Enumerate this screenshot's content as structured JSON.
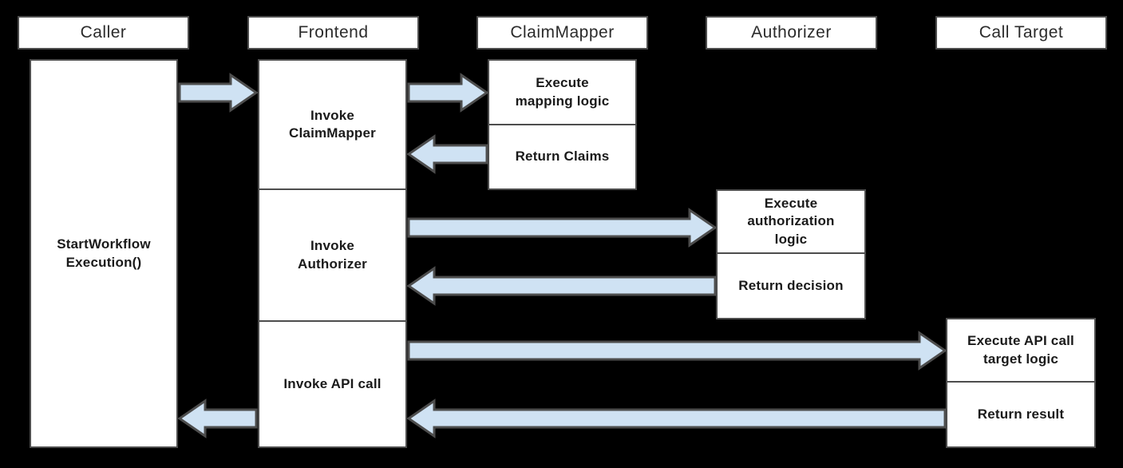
{
  "diagram": {
    "type": "sequence-diagram",
    "colors": {
      "background": "#000000",
      "box_fill": "#ffffff",
      "box_border": "#4d4d4d",
      "arrow_fill": "#cfe2f3",
      "arrow_stroke": "#4d4d4d",
      "text": "#1a1a1a"
    },
    "actors": [
      {
        "id": "caller",
        "label": "Caller"
      },
      {
        "id": "frontend",
        "label": "Frontend"
      },
      {
        "id": "claimmapper",
        "label": "ClaimMapper"
      },
      {
        "id": "authorizer",
        "label": "Authorizer"
      },
      {
        "id": "calltarget",
        "label": "Call Target"
      }
    ],
    "activations": {
      "caller": [
        {
          "label": "StartWorkflow\nExecution()"
        }
      ],
      "frontend": [
        {
          "label": "Invoke\nClaimMapper"
        },
        {
          "label": "Invoke\nAuthorizer"
        },
        {
          "label": "Invoke API call"
        }
      ],
      "claimmapper": [
        {
          "label": "Execute\nmapping logic"
        },
        {
          "label": "Return Claims"
        }
      ],
      "authorizer": [
        {
          "label": "Execute\nauthorization\nlogic"
        },
        {
          "label": "Return decision"
        }
      ],
      "calltarget": [
        {
          "label": "Execute API call\ntarget logic"
        },
        {
          "label": "Return result"
        }
      ]
    },
    "edges": [
      {
        "from": "Caller",
        "to": "Frontend"
      },
      {
        "from": "Frontend",
        "to": "ClaimMapper"
      },
      {
        "from": "ClaimMapper",
        "to": "Frontend"
      },
      {
        "from": "Frontend",
        "to": "Authorizer"
      },
      {
        "from": "Authorizer",
        "to": "Frontend"
      },
      {
        "from": "Frontend",
        "to": "Call Target"
      },
      {
        "from": "Call Target",
        "to": "Frontend"
      },
      {
        "from": "Frontend",
        "to": "Caller"
      }
    ]
  }
}
